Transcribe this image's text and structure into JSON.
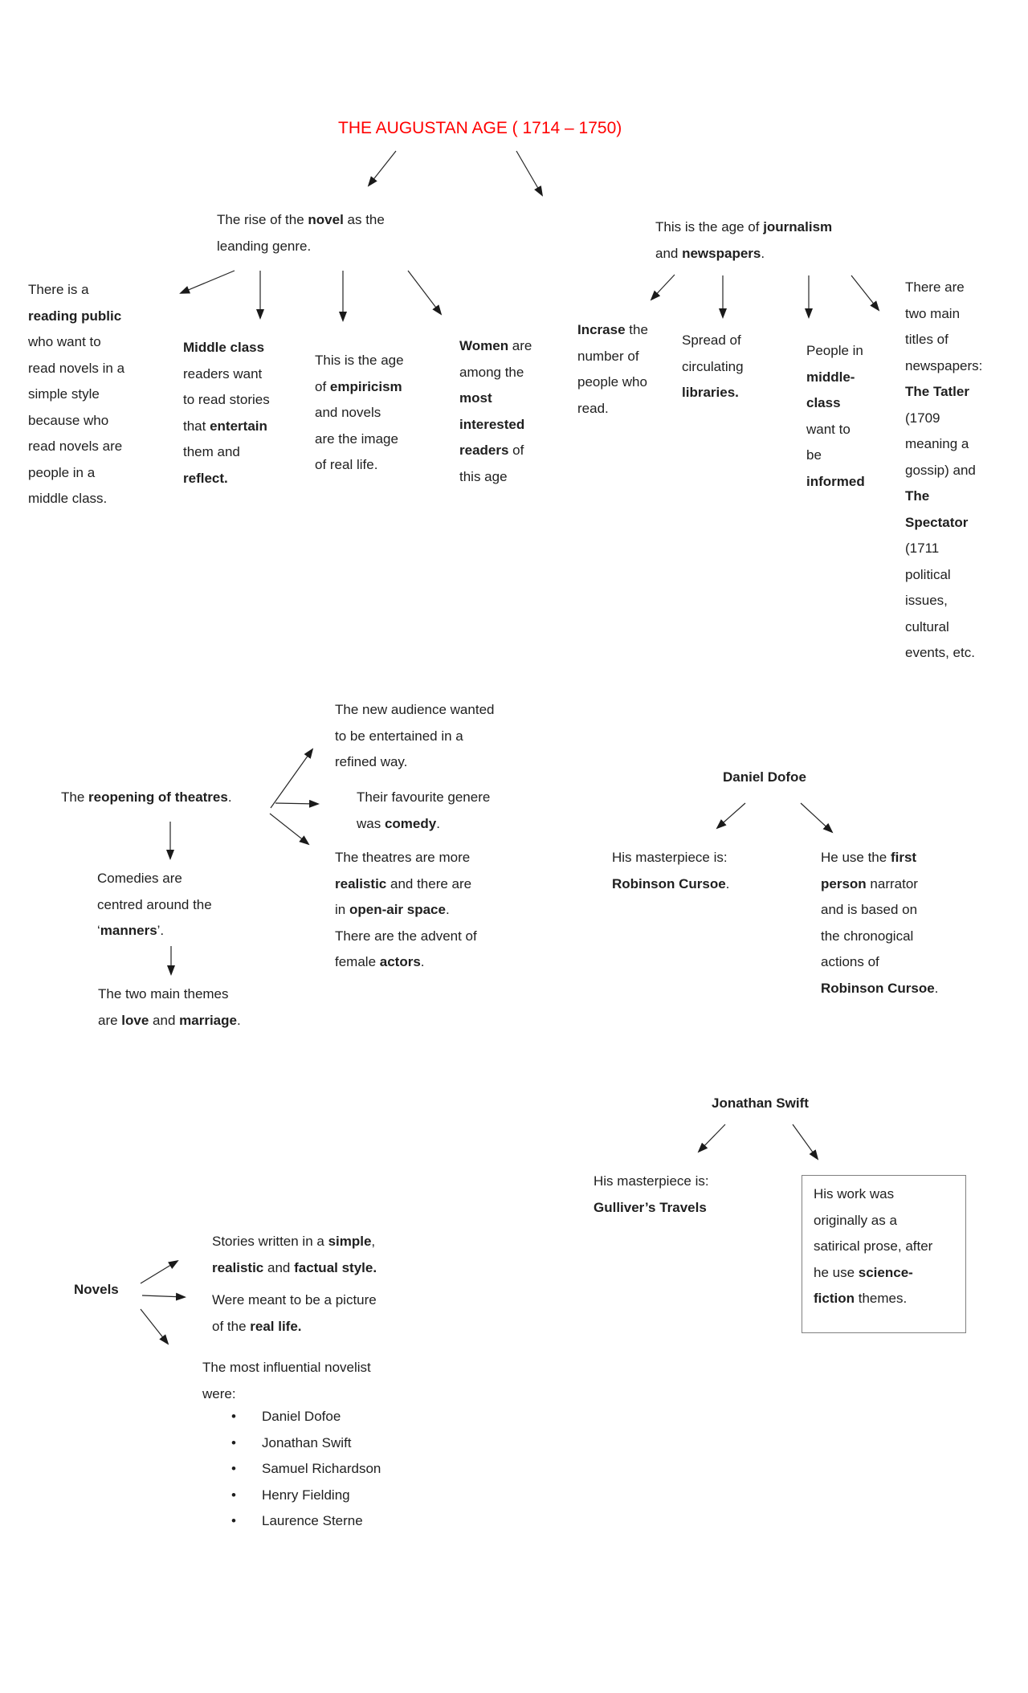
{
  "title": "THE AUGUSTAN AGE ( 1714 – 1750)",
  "colors": {
    "title_red": "#ff0000",
    "text": "#1f1f1f",
    "arrow": "#262626",
    "box_border": "#808080"
  },
  "nodes": {
    "novel_rise": [
      {
        "t": "The rise of the "
      },
      {
        "t": "novel",
        "b": true
      },
      {
        "t": " as the\nleanding genre."
      }
    ],
    "reading_public": [
      {
        "t": "There is a\n"
      },
      {
        "t": "reading public",
        "b": true
      },
      {
        "t": "\nwho want to\nread novels in a\nsimple style\nbecause who\nread novels are\npeople in a\nmiddle class."
      }
    ],
    "middle_class": [
      {
        "t": "Middle class",
        "b": true
      },
      {
        "t": "\nreaders want\nto read stories\nthat "
      },
      {
        "t": "entertain",
        "b": true
      },
      {
        "t": "\nthem and\n"
      },
      {
        "t": "reflect.",
        "b": true
      }
    ],
    "empiricism": [
      {
        "t": "This is the age\nof "
      },
      {
        "t": "empiricism",
        "b": true
      },
      {
        "t": "\nand novels\nare the image\nof real life."
      }
    ],
    "women": [
      {
        "t": "Women",
        "b": true
      },
      {
        "t": " are\namong the\n"
      },
      {
        "t": "most\ninterested\nreaders",
        "b": true
      },
      {
        "t": " of\nthis age"
      }
    ],
    "journalism": [
      {
        "t": "This is the age of "
      },
      {
        "t": "journalism",
        "b": true
      },
      {
        "t": "\nand "
      },
      {
        "t": "newspapers",
        "b": true
      },
      {
        "t": "."
      }
    ],
    "incrase": [
      {
        "t": "Incrase",
        "b": true
      },
      {
        "t": " the\nnumber of\npeople who\nread."
      }
    ],
    "libraries": [
      {
        "t": "Spread of\ncirculating\n"
      },
      {
        "t": "libraries.",
        "b": true
      }
    ],
    "informed": [
      {
        "t": "People in\n"
      },
      {
        "t": "middle-\nclass",
        "b": true
      },
      {
        "t": "\nwant to\nbe\n"
      },
      {
        "t": "informed",
        "b": true
      }
    ],
    "titles": [
      {
        "t": "There are\ntwo main\ntitles of\nnewspapers:\n"
      },
      {
        "t": "The Tatler",
        "b": true
      },
      {
        "t": "\n(1709\nmeaning a\ngossip) and\n"
      },
      {
        "t": "The\nSpectator",
        "b": true
      },
      {
        "t": "\n(1711\npolitical\nissues,\ncultural\nevents, etc."
      }
    ],
    "new_audience": [
      {
        "t": "The new audience wanted\nto be entertained in a\nrefined way."
      }
    ],
    "theatres": [
      {
        "t": "The "
      },
      {
        "t": "reopening of theatres",
        "b": true
      },
      {
        "t": "."
      }
    ],
    "favourite": [
      {
        "t": "Their favourite genere\nwas "
      },
      {
        "t": "comedy",
        "b": true
      },
      {
        "t": "."
      }
    ],
    "realistic": [
      {
        "t": "The theatres are more\n"
      },
      {
        "t": "realistic",
        "b": true
      },
      {
        "t": " and there are\nin "
      },
      {
        "t": "open-air space",
        "b": true
      },
      {
        "t": ".\nThere are the advent of\nfemale "
      },
      {
        "t": "actors",
        "b": true
      },
      {
        "t": "."
      }
    ],
    "comedies": [
      {
        "t": "Comedies are\ncentred around the\n‘"
      },
      {
        "t": "manners",
        "b": true
      },
      {
        "t": "’."
      }
    ],
    "themes": [
      {
        "t": "The two main themes\nare "
      },
      {
        "t": "love",
        "b": true
      },
      {
        "t": " and "
      },
      {
        "t": "marriage",
        "b": true
      },
      {
        "t": "."
      }
    ],
    "dofoe_title": [
      {
        "t": "Daniel Dofoe",
        "b": true
      }
    ],
    "dofoe_masterpiece": [
      {
        "t": "His masterpiece is:\n"
      },
      {
        "t": "Robinson Cursoe",
        "b": true
      },
      {
        "t": "."
      }
    ],
    "dofoe_narrator": [
      {
        "t": "He use the "
      },
      {
        "t": "first\nperson",
        "b": true
      },
      {
        "t": " narrator\nand is based on\nthe chronogical\nactions of\n"
      },
      {
        "t": "Robinson Cursoe",
        "b": true
      },
      {
        "t": "."
      }
    ],
    "swift_title": [
      {
        "t": "Jonathan Swift",
        "b": true
      }
    ],
    "swift_masterpiece": [
      {
        "t": "His masterpiece is:\n"
      },
      {
        "t": "Gulliver’s Travels",
        "b": true
      }
    ],
    "swift_note": [
      {
        "t": "His work was\noriginally as a\nsatirical prose, after\nhe use "
      },
      {
        "t": "science-\nfiction",
        "b": true
      },
      {
        "t": " themes."
      }
    ],
    "novels_title": [
      {
        "t": "Novels",
        "b": true
      }
    ],
    "stories": [
      {
        "t": "Stories written in a "
      },
      {
        "t": "simple",
        "b": true
      },
      {
        "t": ",\n"
      },
      {
        "t": "realistic",
        "b": true
      },
      {
        "t": " and "
      },
      {
        "t": "factual style.",
        "b": true
      }
    ],
    "picture": [
      {
        "t": "Were meant to be a picture\nof the "
      },
      {
        "t": "real life.",
        "b": true
      }
    ],
    "influential": [
      {
        "t": "The most influential novelist\nwere:"
      }
    ]
  },
  "novelists": [
    "Daniel Dofoe",
    "Jonathan Swift",
    "Samuel Richardson",
    "Henry Fielding",
    "Laurence Sterne"
  ],
  "bullet_glyph": "•"
}
